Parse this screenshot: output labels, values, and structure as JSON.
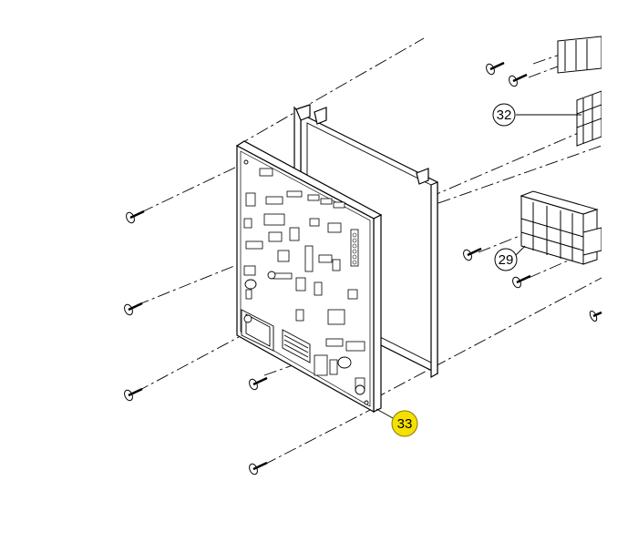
{
  "diagram": {
    "callouts": [
      {
        "id": "part-32",
        "label": "32",
        "highlighted": false
      },
      {
        "id": "part-29",
        "label": "29",
        "highlighted": false
      },
      {
        "id": "part-33",
        "label": "33",
        "highlighted": true
      }
    ],
    "colors": {
      "line": "#000000",
      "highlight_fill": "#f5e000",
      "highlight_stroke": "#8a7a00",
      "background": "#ffffff"
    }
  }
}
